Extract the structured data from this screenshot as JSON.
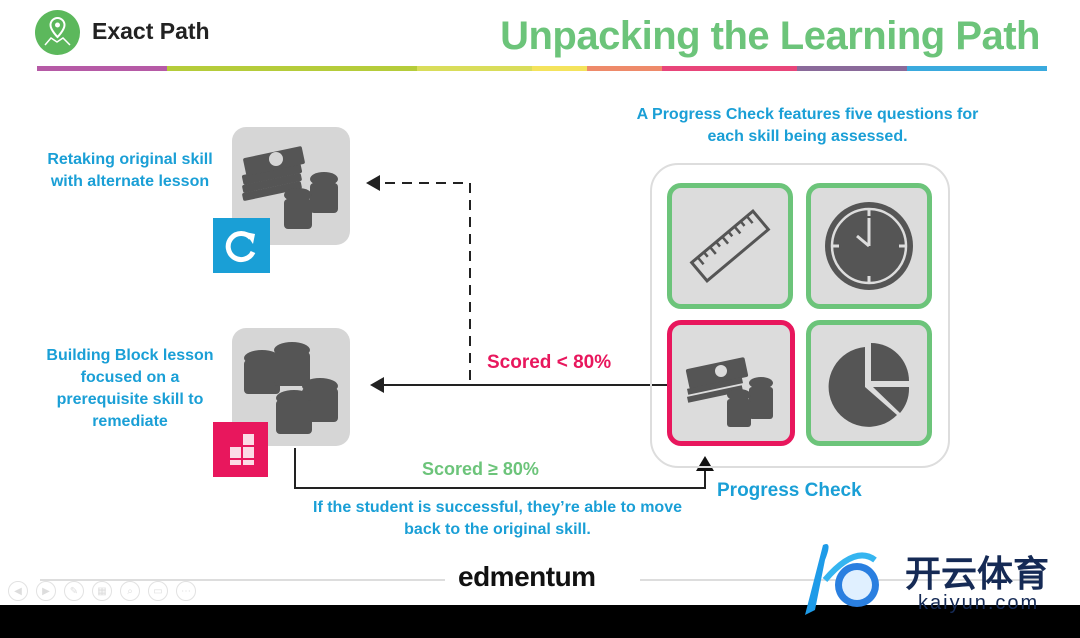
{
  "header": {
    "brand": "Exact Path",
    "title": "Unpacking the Learning Path"
  },
  "colors": {
    "green": "#6cc47a",
    "blue": "#1a9fd6",
    "pink": "#e8175d",
    "card": "#d6d6d6"
  },
  "left": {
    "retake_label": "Retaking original skill with alternate lesson",
    "building_label": "Building Block lesson focused on a prerequisite skill to remediate"
  },
  "right": {
    "description": "A Progress Check features five questions for each skill being assessed.",
    "progress_check": "Progress Check"
  },
  "arrows": {
    "scored_below": "Scored < 80%",
    "scored_above": "Scored ≥ 80%"
  },
  "bottom_note": "If the student is successful, they’re able to move back to the original skill.",
  "footer": {
    "logo": "edmentum"
  },
  "watermark": {
    "brand": "开云体育",
    "url": "kaiyun.com"
  }
}
